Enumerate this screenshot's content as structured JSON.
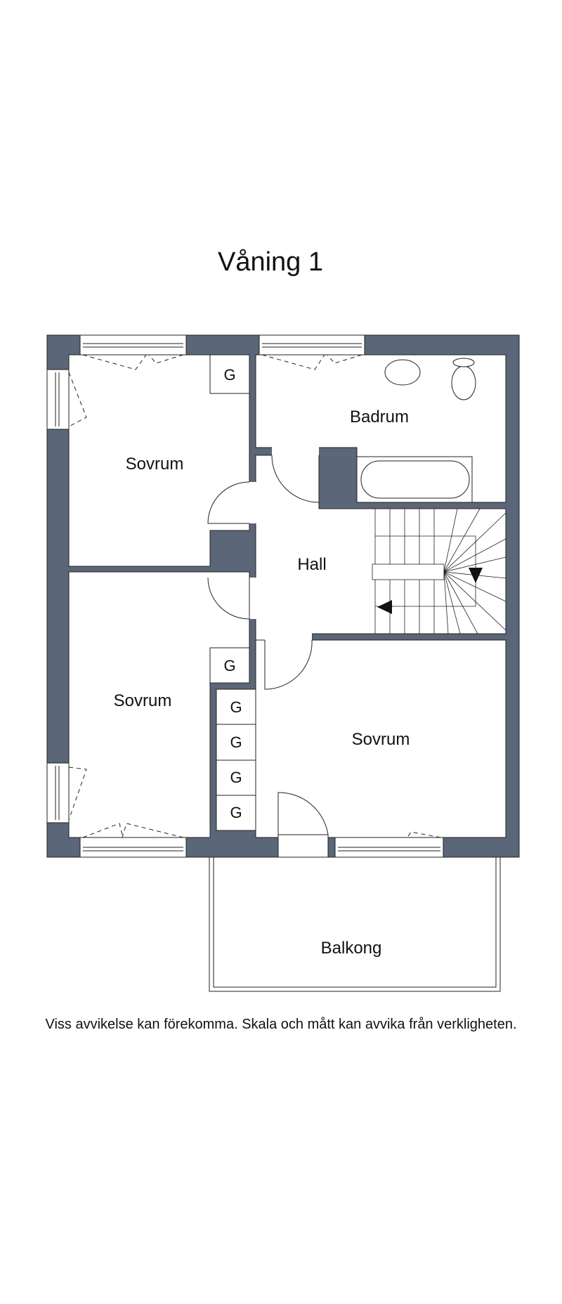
{
  "title": "Våning 1",
  "rooms": {
    "bedroom_top_left": "Sovrum",
    "bathroom": "Badrum",
    "hall": "Hall",
    "bedroom_bottom_left": "Sovrum",
    "bedroom_bottom_right": "Sovrum",
    "balcony": "Balkong"
  },
  "wardrobe_label": "G",
  "disclaimer": "Viss avvikelse kan förekomma. Skala och mått kan avvika från verkligheten.",
  "colors": {
    "wall": "#5b6678",
    "line": "#222222"
  }
}
